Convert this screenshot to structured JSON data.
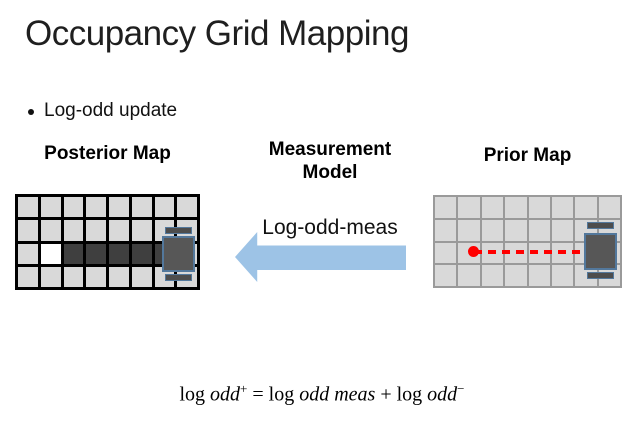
{
  "slide": {
    "title": "Occupancy Grid Mapping",
    "bullet": "Log-odd update"
  },
  "colors": {
    "arrow": "#9dc3e6",
    "robot-body": "#575757",
    "robot-wheel": "#4d4d4d",
    "robot-outline": "#53789c",
    "ray": "#ff0000",
    "grid-line-posterior": "#000000",
    "grid-line-prior": "#9a9a9a"
  },
  "palette": {
    "g": "#d9d9d9",
    "w": "#ffffff",
    "d": "#3f3f3f"
  },
  "posterior_map": {
    "label": "Posterior Map",
    "grid": {
      "rows": 4,
      "cols": 8,
      "cells": [
        "gggggggg",
        "gggggggg",
        "gwdddddg",
        "gggggggg"
      ]
    }
  },
  "measurement": {
    "label": "Measurement Model",
    "arrow_label": "Log-odd-meas"
  },
  "prior_map": {
    "label": "Prior Map",
    "grid": {
      "rows": 4,
      "cols": 8,
      "cells": [
        "gggggggg",
        "gggggggg",
        "gggggggg",
        "gggggggg"
      ]
    }
  },
  "formula": {
    "log1": "log",
    "var1": "odd",
    "sup1": "+",
    "eq": " = ",
    "log2": "log",
    "var2": "odd meas",
    "plus": " + ",
    "log3": "log",
    "var3": "odd",
    "sup3": "−"
  }
}
